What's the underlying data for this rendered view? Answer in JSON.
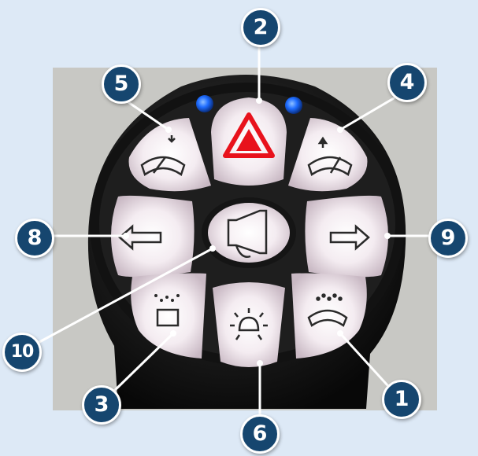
{
  "callouts": {
    "c1": "1",
    "c2": "2",
    "c3": "3",
    "c4": "4",
    "c5": "5",
    "c6": "6",
    "c8": "8",
    "c9": "9",
    "c10": "10"
  },
  "colors": {
    "callout_fill": "#16466f",
    "callout_border": "#ffffff",
    "leader_line": "#ffffff",
    "background": "#dde9f6",
    "hazard_red": "#e8121c",
    "led_blue": "#1e6cff",
    "button_glow": "#f6eef2",
    "housing": "#1a1a1a"
  },
  "buttons": [
    {
      "id": "hazard",
      "icon": "hazard-triangle-icon"
    },
    {
      "id": "front-wiper",
      "icon": "front-wiper-icon"
    },
    {
      "id": "rear-wiper",
      "icon": "rear-wiper-icon"
    },
    {
      "id": "left-indicator",
      "icon": "left-arrow-icon"
    },
    {
      "id": "right-indicator",
      "icon": "right-arrow-icon"
    },
    {
      "id": "horn",
      "icon": "horn-icon"
    },
    {
      "id": "rear-washer",
      "icon": "rear-washer-icon"
    },
    {
      "id": "work-light",
      "icon": "work-light-icon"
    },
    {
      "id": "front-washer",
      "icon": "front-washer-icon"
    }
  ]
}
